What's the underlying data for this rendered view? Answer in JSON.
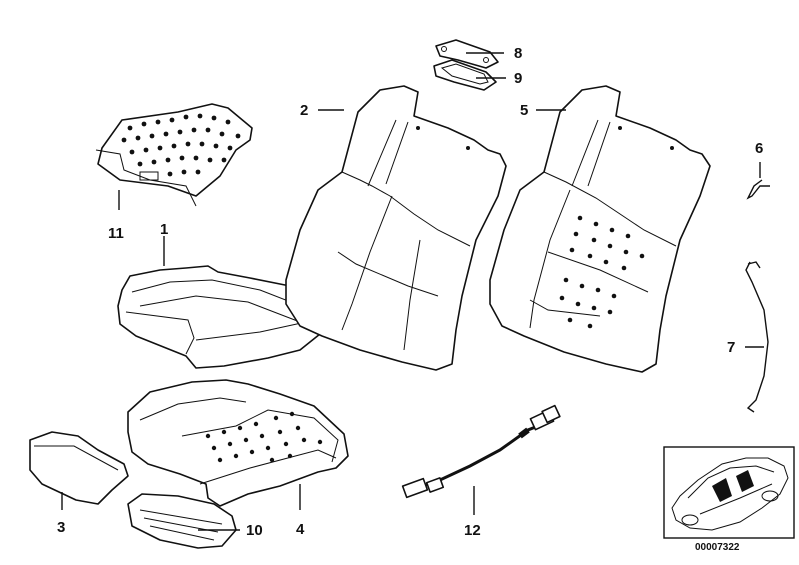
{
  "parts": [
    {
      "id": "1",
      "label": "1"
    },
    {
      "id": "2",
      "label": "2"
    },
    {
      "id": "3",
      "label": "3"
    },
    {
      "id": "4",
      "label": "4"
    },
    {
      "id": "5",
      "label": "5"
    },
    {
      "id": "6",
      "label": "6"
    },
    {
      "id": "7",
      "label": "7"
    },
    {
      "id": "8",
      "label": "8"
    },
    {
      "id": "9",
      "label": "9"
    },
    {
      "id": "10",
      "label": "10"
    },
    {
      "id": "11",
      "label": "11"
    },
    {
      "id": "12",
      "label": "12"
    }
  ],
  "diagram_code": "00007322"
}
